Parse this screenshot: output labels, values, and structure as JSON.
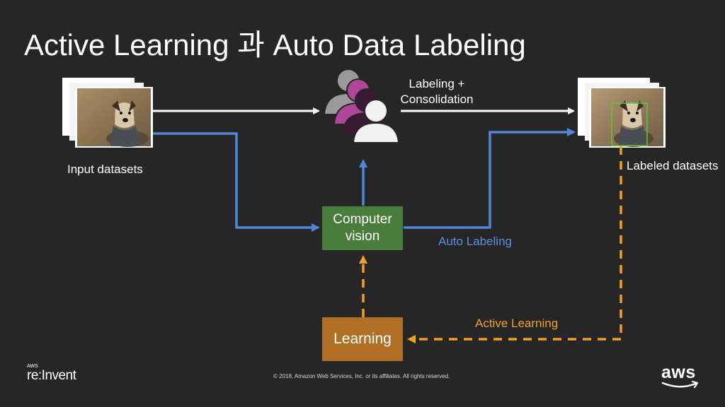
{
  "title": "Active Learning 과 Auto Data Labeling",
  "nodes": {
    "computer_vision": {
      "line1": "Computer",
      "line2": "vision",
      "color": "#4a7c3c"
    },
    "learning": {
      "label": "Learning",
      "color": "#b06f25"
    }
  },
  "labels": {
    "input_datasets": "Input datasets",
    "labeled_datasets": "Labeled datasets",
    "labeling_line1": "Labeling +",
    "labeling_line2": "Consolidation",
    "auto_labeling": "Auto Labeling",
    "active_learning": "Active Learning"
  },
  "colors": {
    "background": "#262626",
    "white_arrow": "#ffffff",
    "blue_arrow": "#4f86d9",
    "orange_arrow": "#f0a023",
    "auto_labeling_text": "#5a8fe0",
    "active_learning_text": "#f0a023",
    "person_gray": "#9a9a9a",
    "person_magenta": "#b0469a",
    "person_dark": "#3a1a34",
    "person_light": "#f2f2f2"
  },
  "footer": {
    "brand_small": "AWS",
    "brand": "re:Invent",
    "copyright": "© 2018, Amazon Web Services, Inc. or its affiliates. All rights reserved.",
    "aws_logo": "aws"
  }
}
